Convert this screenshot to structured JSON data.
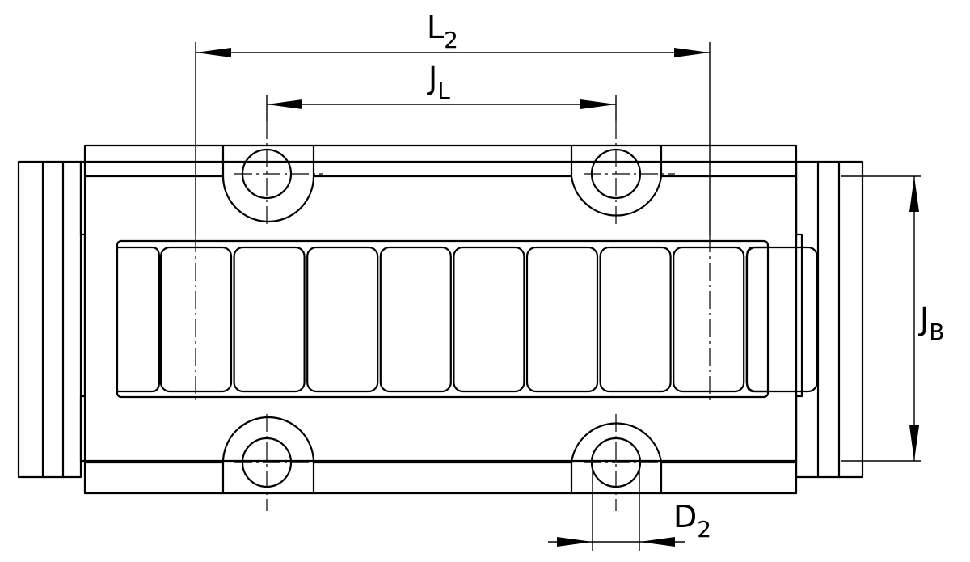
{
  "labels": {
    "L2_main": "L",
    "L2_sub": "2",
    "JL_main": "J",
    "JL_sub": "L",
    "JB_main": "J",
    "JB_sub": "B",
    "D2_main": "D",
    "D2_sub": "2"
  },
  "rollers": {
    "count": 9
  },
  "mounting_holes": {
    "count": 4
  },
  "colors": {
    "line": "#000000",
    "background": "#ffffff"
  }
}
